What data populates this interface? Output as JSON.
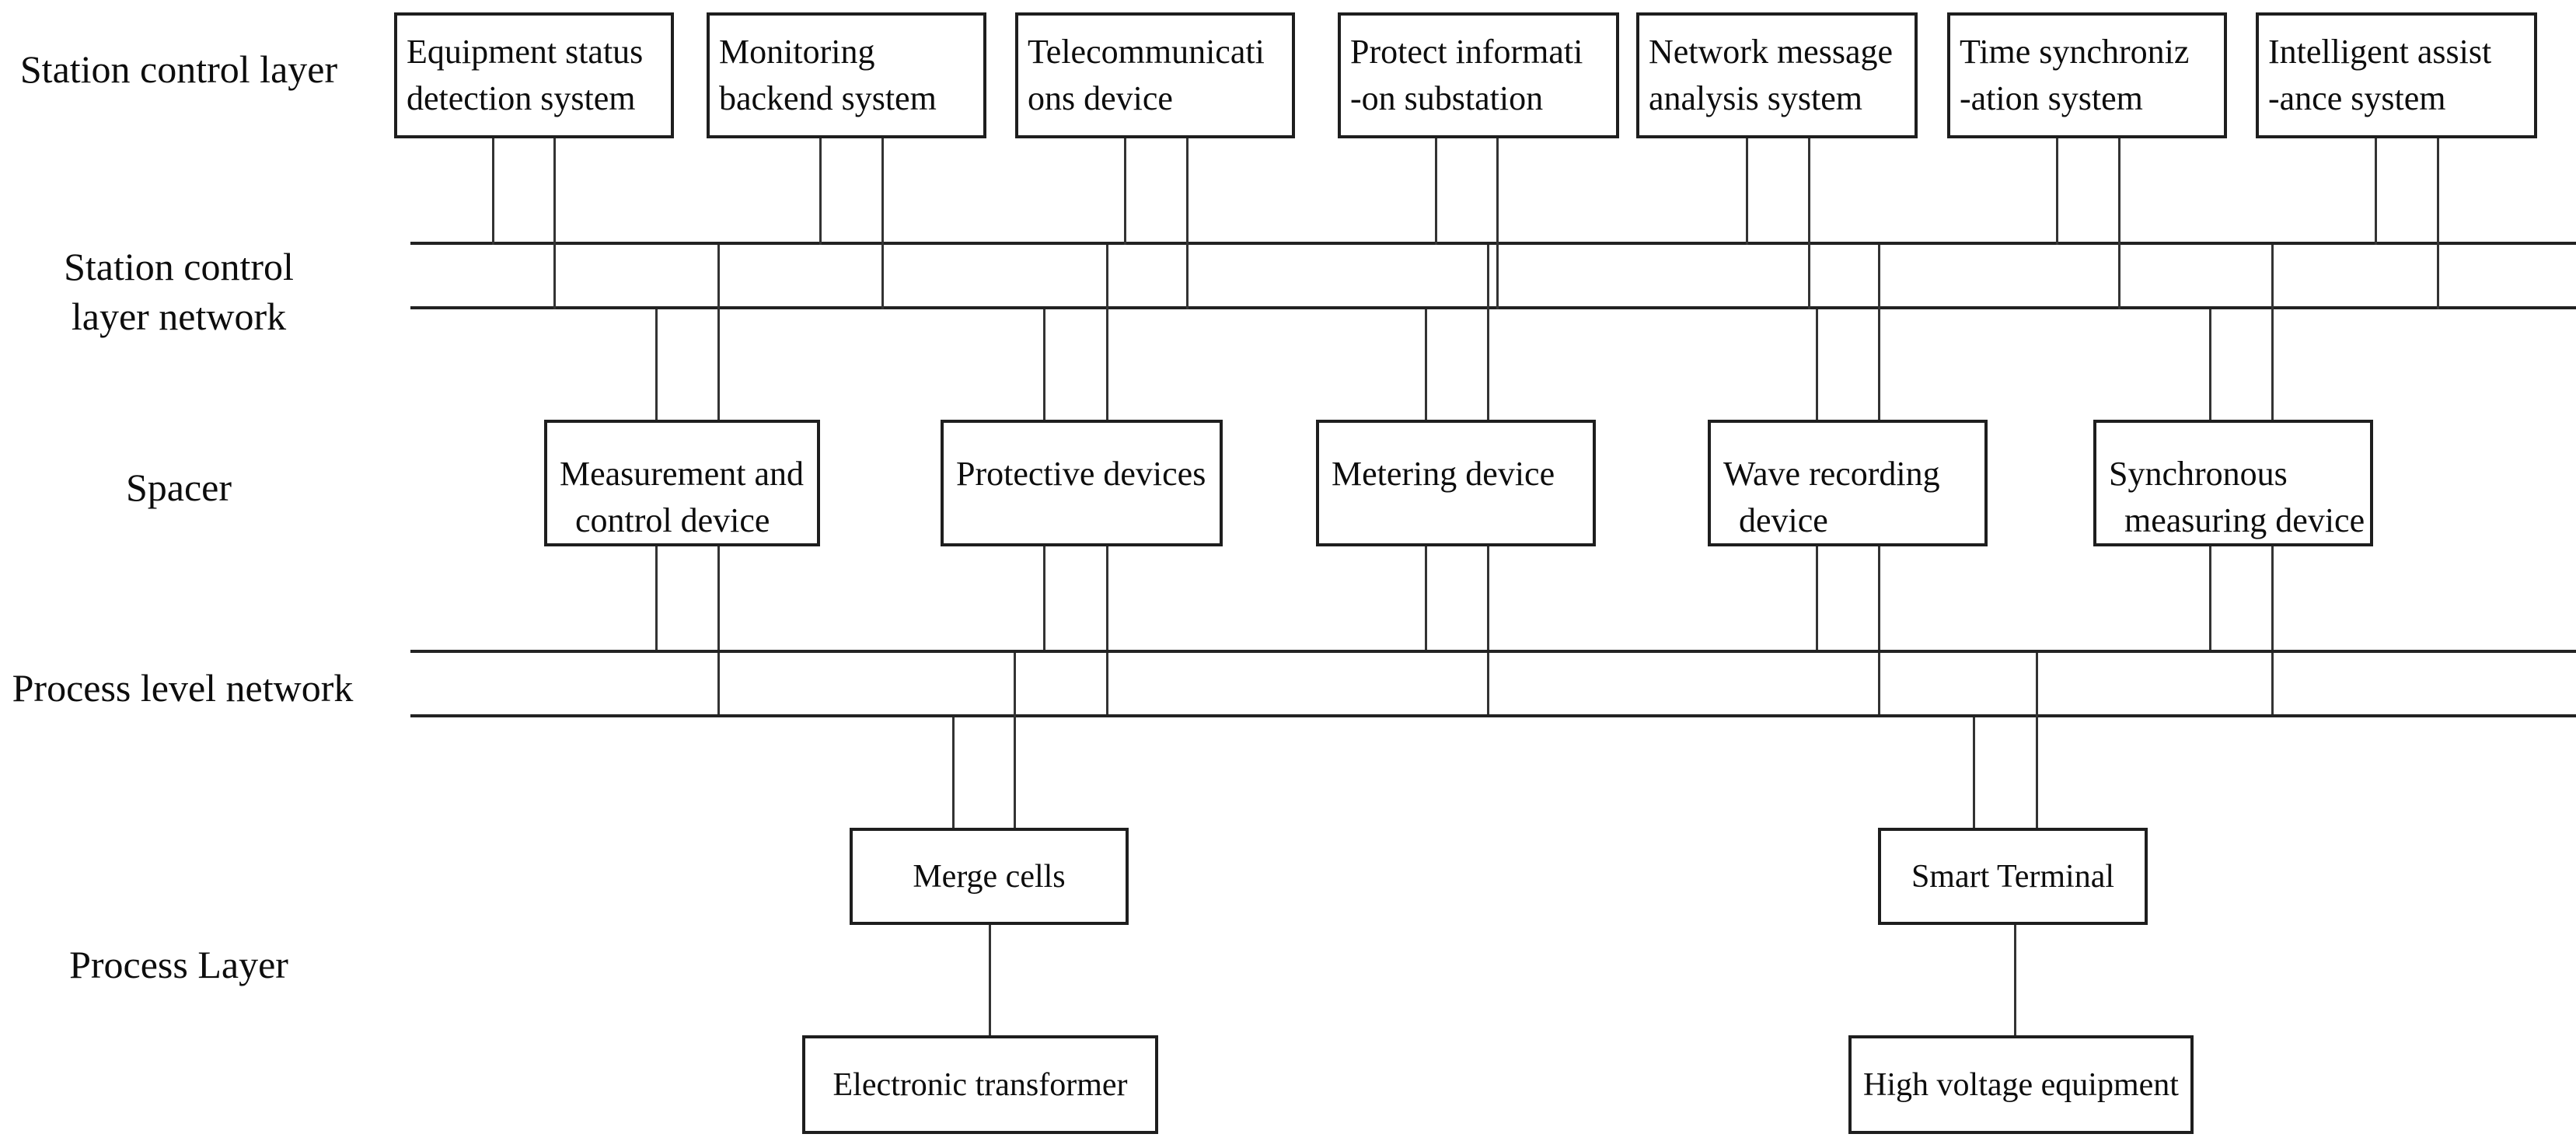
{
  "labels": {
    "station_control_layer": "Station control layer",
    "station_network_line1": "Station control",
    "station_network_line2": "layer network",
    "spacer": "Spacer",
    "process_network": "Process level network",
    "process_layer": "Process Layer"
  },
  "station_boxes": [
    {
      "line1": "Equipment status",
      "line2": "detection system"
    },
    {
      "line1": "Monitoring",
      "line2": "backend system"
    },
    {
      "line1": "Telecommunicati",
      "line2": "ons device"
    },
    {
      "line1": "Protect informati",
      "line2": "-on substation"
    },
    {
      "line1": "Network message",
      "line2": "analysis system"
    },
    {
      "line1": "Time synchroniz",
      "line2": "-ation system"
    },
    {
      "line1": "Intelligent assist",
      "line2": "-ance system"
    }
  ],
  "spacer_boxes": [
    {
      "line1": "Measurement and",
      "line2": "control device"
    },
    {
      "line1": "Protective devices",
      "line2": ""
    },
    {
      "line1": "Metering device",
      "line2": ""
    },
    {
      "line1": "Wave recording",
      "line2": "device"
    },
    {
      "line1": "Synchronous",
      "line2": "measuring device"
    }
  ],
  "process_boxes": {
    "merge": "Merge cells",
    "smart": "Smart Terminal",
    "electronic": "Electronic transformer",
    "high_voltage": "High voltage equipment"
  },
  "colors": {
    "line": "#222222",
    "text": "#0d0d0d",
    "background": "#ffffff"
  }
}
